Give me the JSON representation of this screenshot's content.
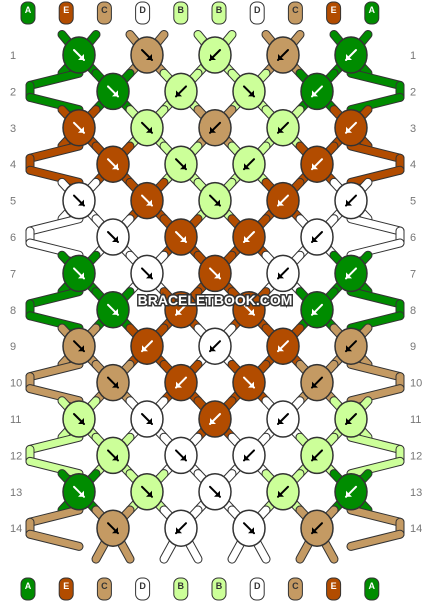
{
  "colors": {
    "A": "#008c00",
    "E": "#b24c00",
    "C": "#c49a63",
    "D": "#ffffff",
    "B": "#ccff99"
  },
  "strands_top": [
    "A",
    "E",
    "C",
    "D",
    "B",
    "B",
    "D",
    "C",
    "E",
    "A"
  ],
  "strands_bottom": [
    "A",
    "E",
    "C",
    "D",
    "B",
    "B",
    "D",
    "C",
    "E",
    "A"
  ],
  "rows": [
    "1",
    "2",
    "3",
    "4",
    "5",
    "6",
    "7",
    "8",
    "9",
    "10",
    "11",
    "12",
    "13",
    "14"
  ],
  "watermark": "BRACELETBOOK.COM",
  "knots": [
    [
      [
        "A",
        "dr"
      ],
      [
        "C",
        "dr"
      ],
      [
        "B",
        "dl"
      ],
      [
        "C",
        "dl"
      ],
      [
        "A",
        "dl"
      ]
    ],
    [
      [
        "A",
        "dr"
      ],
      [
        "B",
        "dl"
      ],
      [
        "B",
        "dr"
      ],
      [
        "A",
        "dl"
      ]
    ],
    [
      [
        "E",
        "dr"
      ],
      [
        "B",
        "dr"
      ],
      [
        "C",
        "dl"
      ],
      [
        "B",
        "dl"
      ],
      [
        "E",
        "dl"
      ]
    ],
    [
      [
        "E",
        "dr"
      ],
      [
        "B",
        "dr"
      ],
      [
        "B",
        "dl"
      ],
      [
        "E",
        "dl"
      ]
    ],
    [
      [
        "D",
        "dr"
      ],
      [
        "E",
        "dr"
      ],
      [
        "B",
        "dr"
      ],
      [
        "E",
        "dl"
      ],
      [
        "D",
        "dl"
      ]
    ],
    [
      [
        "D",
        "dr"
      ],
      [
        "E",
        "dr"
      ],
      [
        "E",
        "dl"
      ],
      [
        "D",
        "dl"
      ]
    ],
    [
      [
        "A",
        "dr"
      ],
      [
        "D",
        "dr"
      ],
      [
        "E",
        "dr"
      ],
      [
        "D",
        "dl"
      ],
      [
        "A",
        "dl"
      ]
    ],
    [
      [
        "A",
        "dr"
      ],
      [
        "E",
        "dl"
      ],
      [
        "E",
        "dr"
      ],
      [
        "A",
        "dl"
      ]
    ],
    [
      [
        "C",
        "dr"
      ],
      [
        "E",
        "dl"
      ],
      [
        "D",
        "dl"
      ],
      [
        "E",
        "dl"
      ],
      [
        "C",
        "dl"
      ]
    ],
    [
      [
        "C",
        "dr"
      ],
      [
        "E",
        "dl"
      ],
      [
        "E",
        "dr"
      ],
      [
        "C",
        "dl"
      ]
    ],
    [
      [
        "B",
        "dr"
      ],
      [
        "D",
        "dr"
      ],
      [
        "E",
        "dl"
      ],
      [
        "D",
        "dl"
      ],
      [
        "B",
        "dl"
      ]
    ],
    [
      [
        "B",
        "dr"
      ],
      [
        "D",
        "dr"
      ],
      [
        "D",
        "dl"
      ],
      [
        "B",
        "dl"
      ]
    ],
    [
      [
        "A",
        "dr"
      ],
      [
        "B",
        "dr"
      ],
      [
        "D",
        "dr"
      ],
      [
        "B",
        "dl"
      ],
      [
        "A",
        "dl"
      ]
    ],
    [
      [
        "C",
        "dr"
      ],
      [
        "D",
        "dl"
      ],
      [
        "D",
        "dr"
      ],
      [
        "C",
        "dl"
      ]
    ]
  ]
}
